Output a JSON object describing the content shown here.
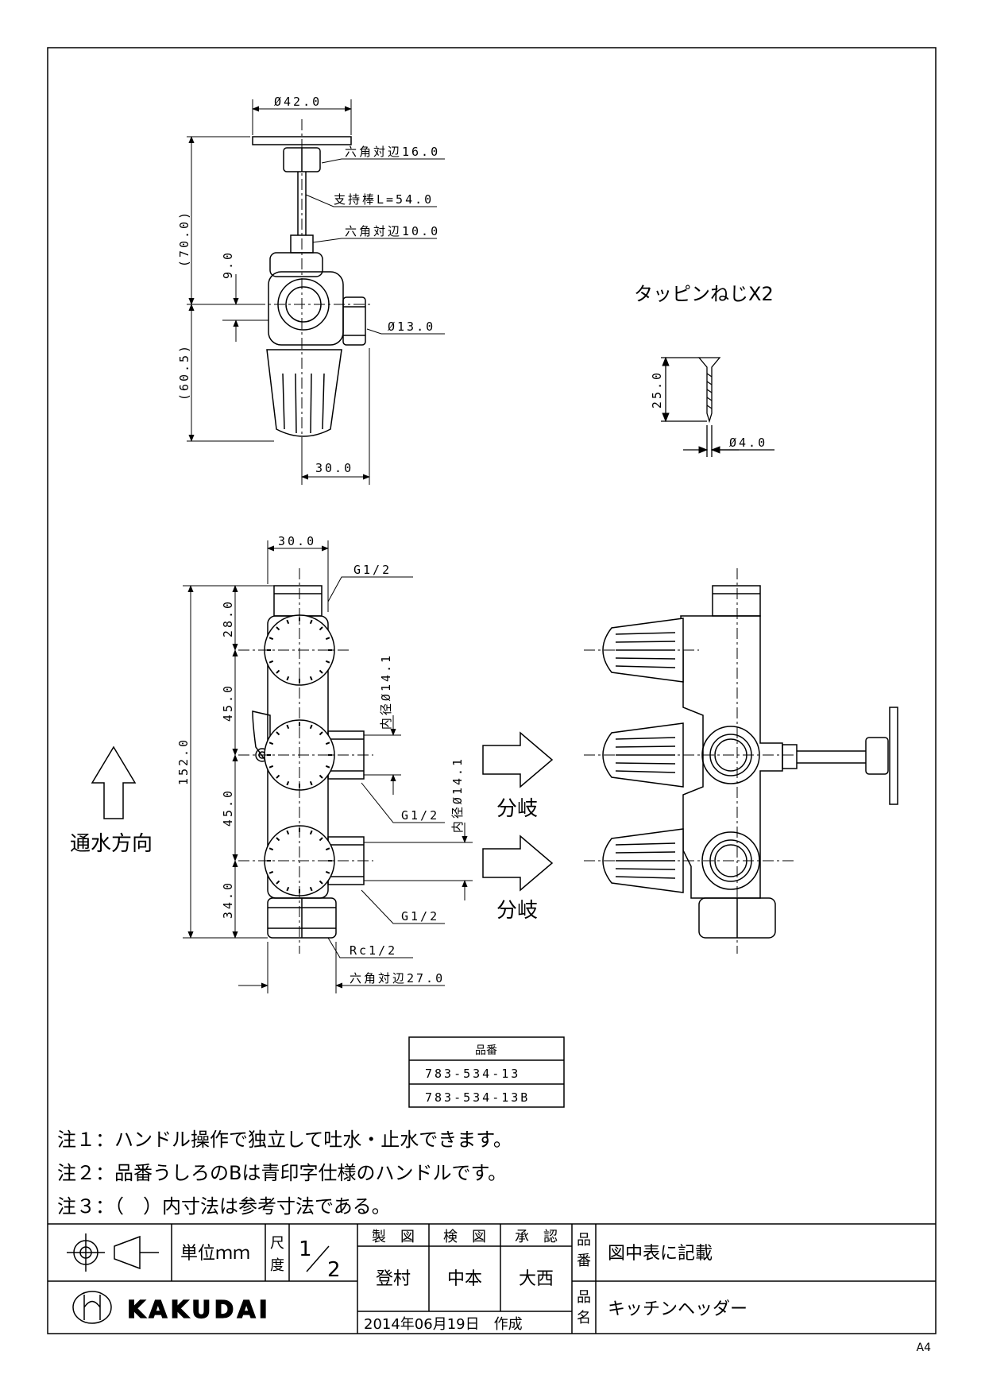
{
  "drawing": {
    "top_view": {
      "dims": {
        "handle_dia": "Ø42.0",
        "hex_top": "六角対辺16.0",
        "rod": "支持棒L=54.0",
        "hex_bottom": "六角対辺10.0",
        "height_upper": "(70.0)",
        "offset": "9.0",
        "outlet_dia": "Ø13.0",
        "height_lower": "(60.5)",
        "width": "30.0"
      }
    },
    "screw": {
      "title": "タッピンねじX2",
      "length": "25.0",
      "dia": "Ø4.0"
    },
    "front_view": {
      "dims": {
        "width": "30.0",
        "thread_top": "G1/2",
        "pitch_top": "28.0",
        "pitch_1": "45.0",
        "total": "152.0",
        "pitch_2": "45.0",
        "pitch_bottom": "34.0",
        "inner_dia_1": "内径Ø14.1",
        "inner_dia_2": "内径Ø14.1",
        "thread_mid": "G1/2",
        "thread_low": "G1/2",
        "thread_inlet": "Rc1/2",
        "hex_nut": "六角対辺27.0"
      },
      "flow_label": "通水方向"
    },
    "branch_labels": [
      "分岐",
      "分岐"
    ]
  },
  "part_table": {
    "header": "品番",
    "rows": [
      "783-534-13",
      "783-534-13B"
    ]
  },
  "notes": [
    "注１：ハンドル操作で独立して吐水・止水できます。",
    "注２：品番うしろのBは青印字仕様のハンドルです。",
    "注３：（　）内寸法は参考寸法である。"
  ],
  "title_block": {
    "unit": "単位ｍｍ",
    "scale_label_1": "尺",
    "scale_label_2": "度",
    "scale_num": "1",
    "scale_den": "2",
    "drawn_label": "製　図",
    "checked_label": "検　図",
    "approved_label": "承　認",
    "drawn_by": "登村",
    "checked_by": "中本",
    "approved_by": "大西",
    "date": "2014年06月19日　作成",
    "part_no_label_1": "品",
    "part_no_label_2": "番",
    "part_no_value": "図中表に記載",
    "name_label_1": "品",
    "name_label_2": "名",
    "name_value": "キッチンヘッダー",
    "company": "KAKUDAI"
  },
  "sheet_size": "A4"
}
